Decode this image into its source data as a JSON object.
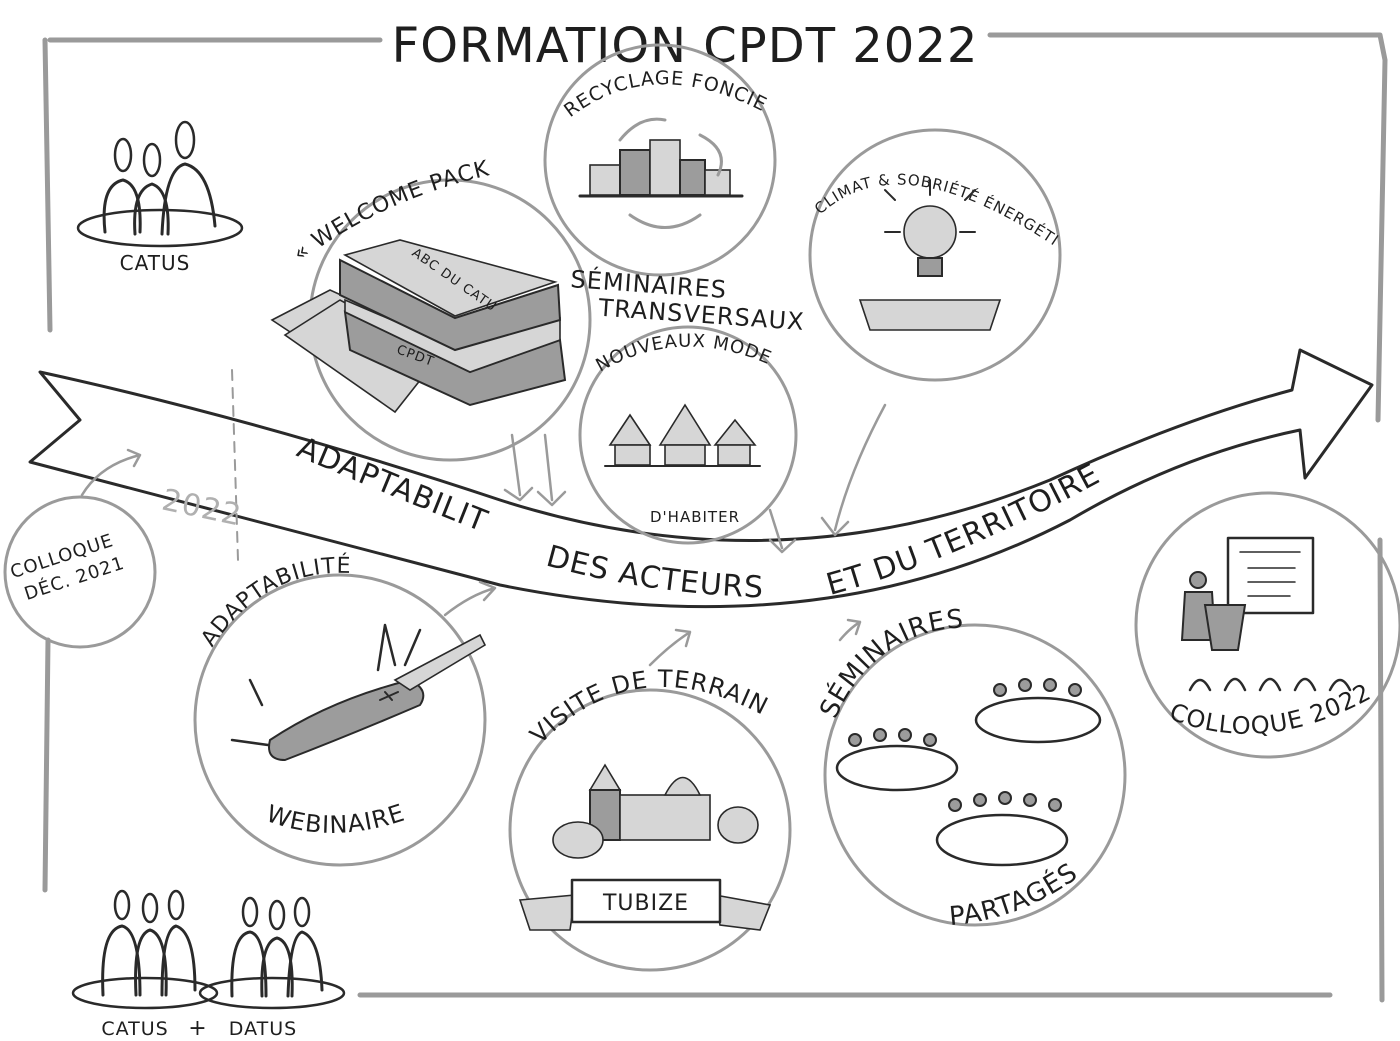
{
  "title": "FORMATION CPDT 2022",
  "arrow_text": {
    "part1": "ADAPTABILITÉ",
    "part2": "DES ACTEURS",
    "part3": "ET DU TERRITOIRE"
  },
  "year_label": "2022",
  "groups": {
    "catus": "CATUS",
    "catus_plus": "CATUS",
    "plus": "+",
    "datus": "DATUS"
  },
  "colloque_2021": {
    "line1": "COLLOQUE",
    "line2": "DÉC. 2021"
  },
  "welcome_pack": {
    "label": "« WELCOME PACK »",
    "book1": "ABC DU CATU",
    "book2": "CPDT"
  },
  "recyclage": "RECYCLAGE FONCIER",
  "seminaires_transversaux": {
    "line1": "SÉMINAIRES",
    "line2": "TRANSVERSAUX"
  },
  "nouveaux_modes": {
    "top": "NOUVEAUX MODES",
    "bottom": "D'HABITER"
  },
  "climat": "CLIMAT & SOBRIÉTÉ ÉNERGÉTIQUE",
  "webinaire": {
    "top": "ADAPTABILITÉ",
    "bottom": "WEBINAIRE"
  },
  "visite": {
    "top": "VISITE DE TERRAIN",
    "banner": "TUBIZE"
  },
  "seminaires_partages": {
    "top": "SÉMINAIRES",
    "bottom": "PARTAGÉS"
  },
  "colloque_2022": "COLLOQUE 2022"
}
